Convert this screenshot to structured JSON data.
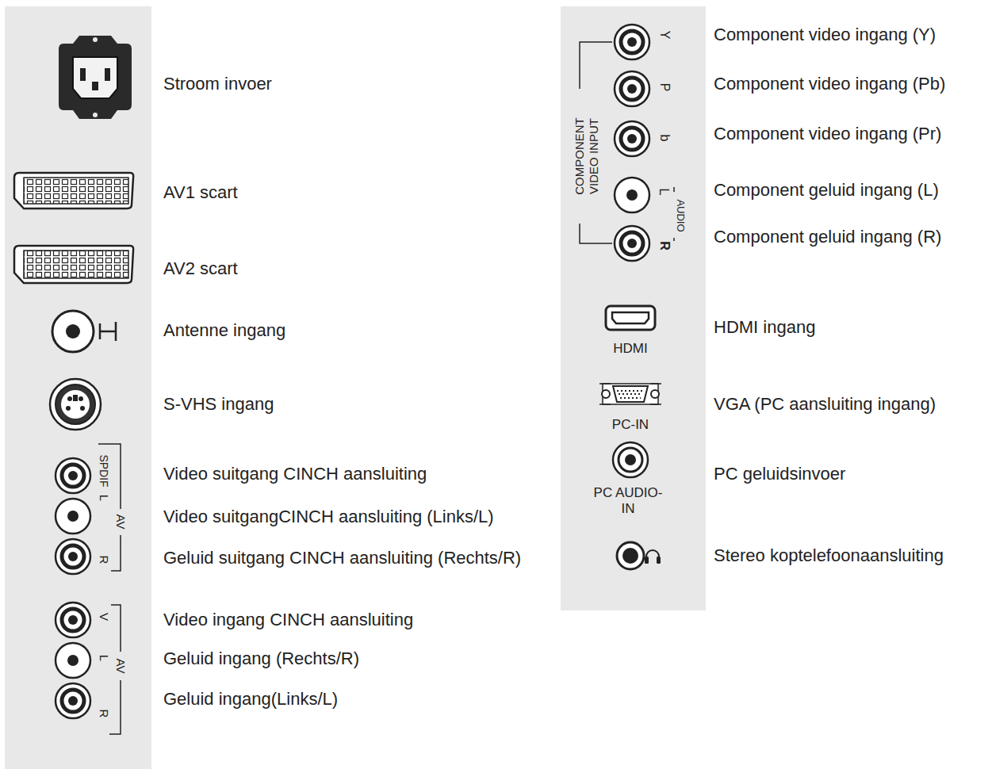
{
  "diagram": {
    "labels": [
      "Stroom invoer",
      "AV1 scart",
      "AV2 scart",
      "Antenne ingang",
      "S-VHS ingang",
      "SPDIF",
      "L",
      "AV",
      "R",
      "Video suitgang CINCH aansluiting",
      "Video suitgangCINCH aansluiting (Links/L)",
      "Geluid suitgang CINCH aansluiting (Rechts/R)",
      "V",
      "L",
      "AV",
      "R",
      "Video ingang CINCH aansluiting",
      "Geluid ingang (Rechts/R)",
      "Geluid ingang(Links/L)",
      "COMPONENT VIDEO INPUT",
      "Y",
      "P",
      "b",
      "L",
      "AUDIO",
      "R",
      "HDMI",
      "PC-IN",
      "PC AUDIO-IN",
      "Component video ingang (Y)",
      "Component video ingang (Pb)",
      "Component video ingang (Pr)",
      "Component geluid ingang (L)",
      "Component geluid ingang (R)",
      "HDMI ingang",
      "VGA (PC aansluiting ingang)",
      "PC geluidsinvoer",
      "Stereo koptelefoonaansluiting"
    ]
  }
}
